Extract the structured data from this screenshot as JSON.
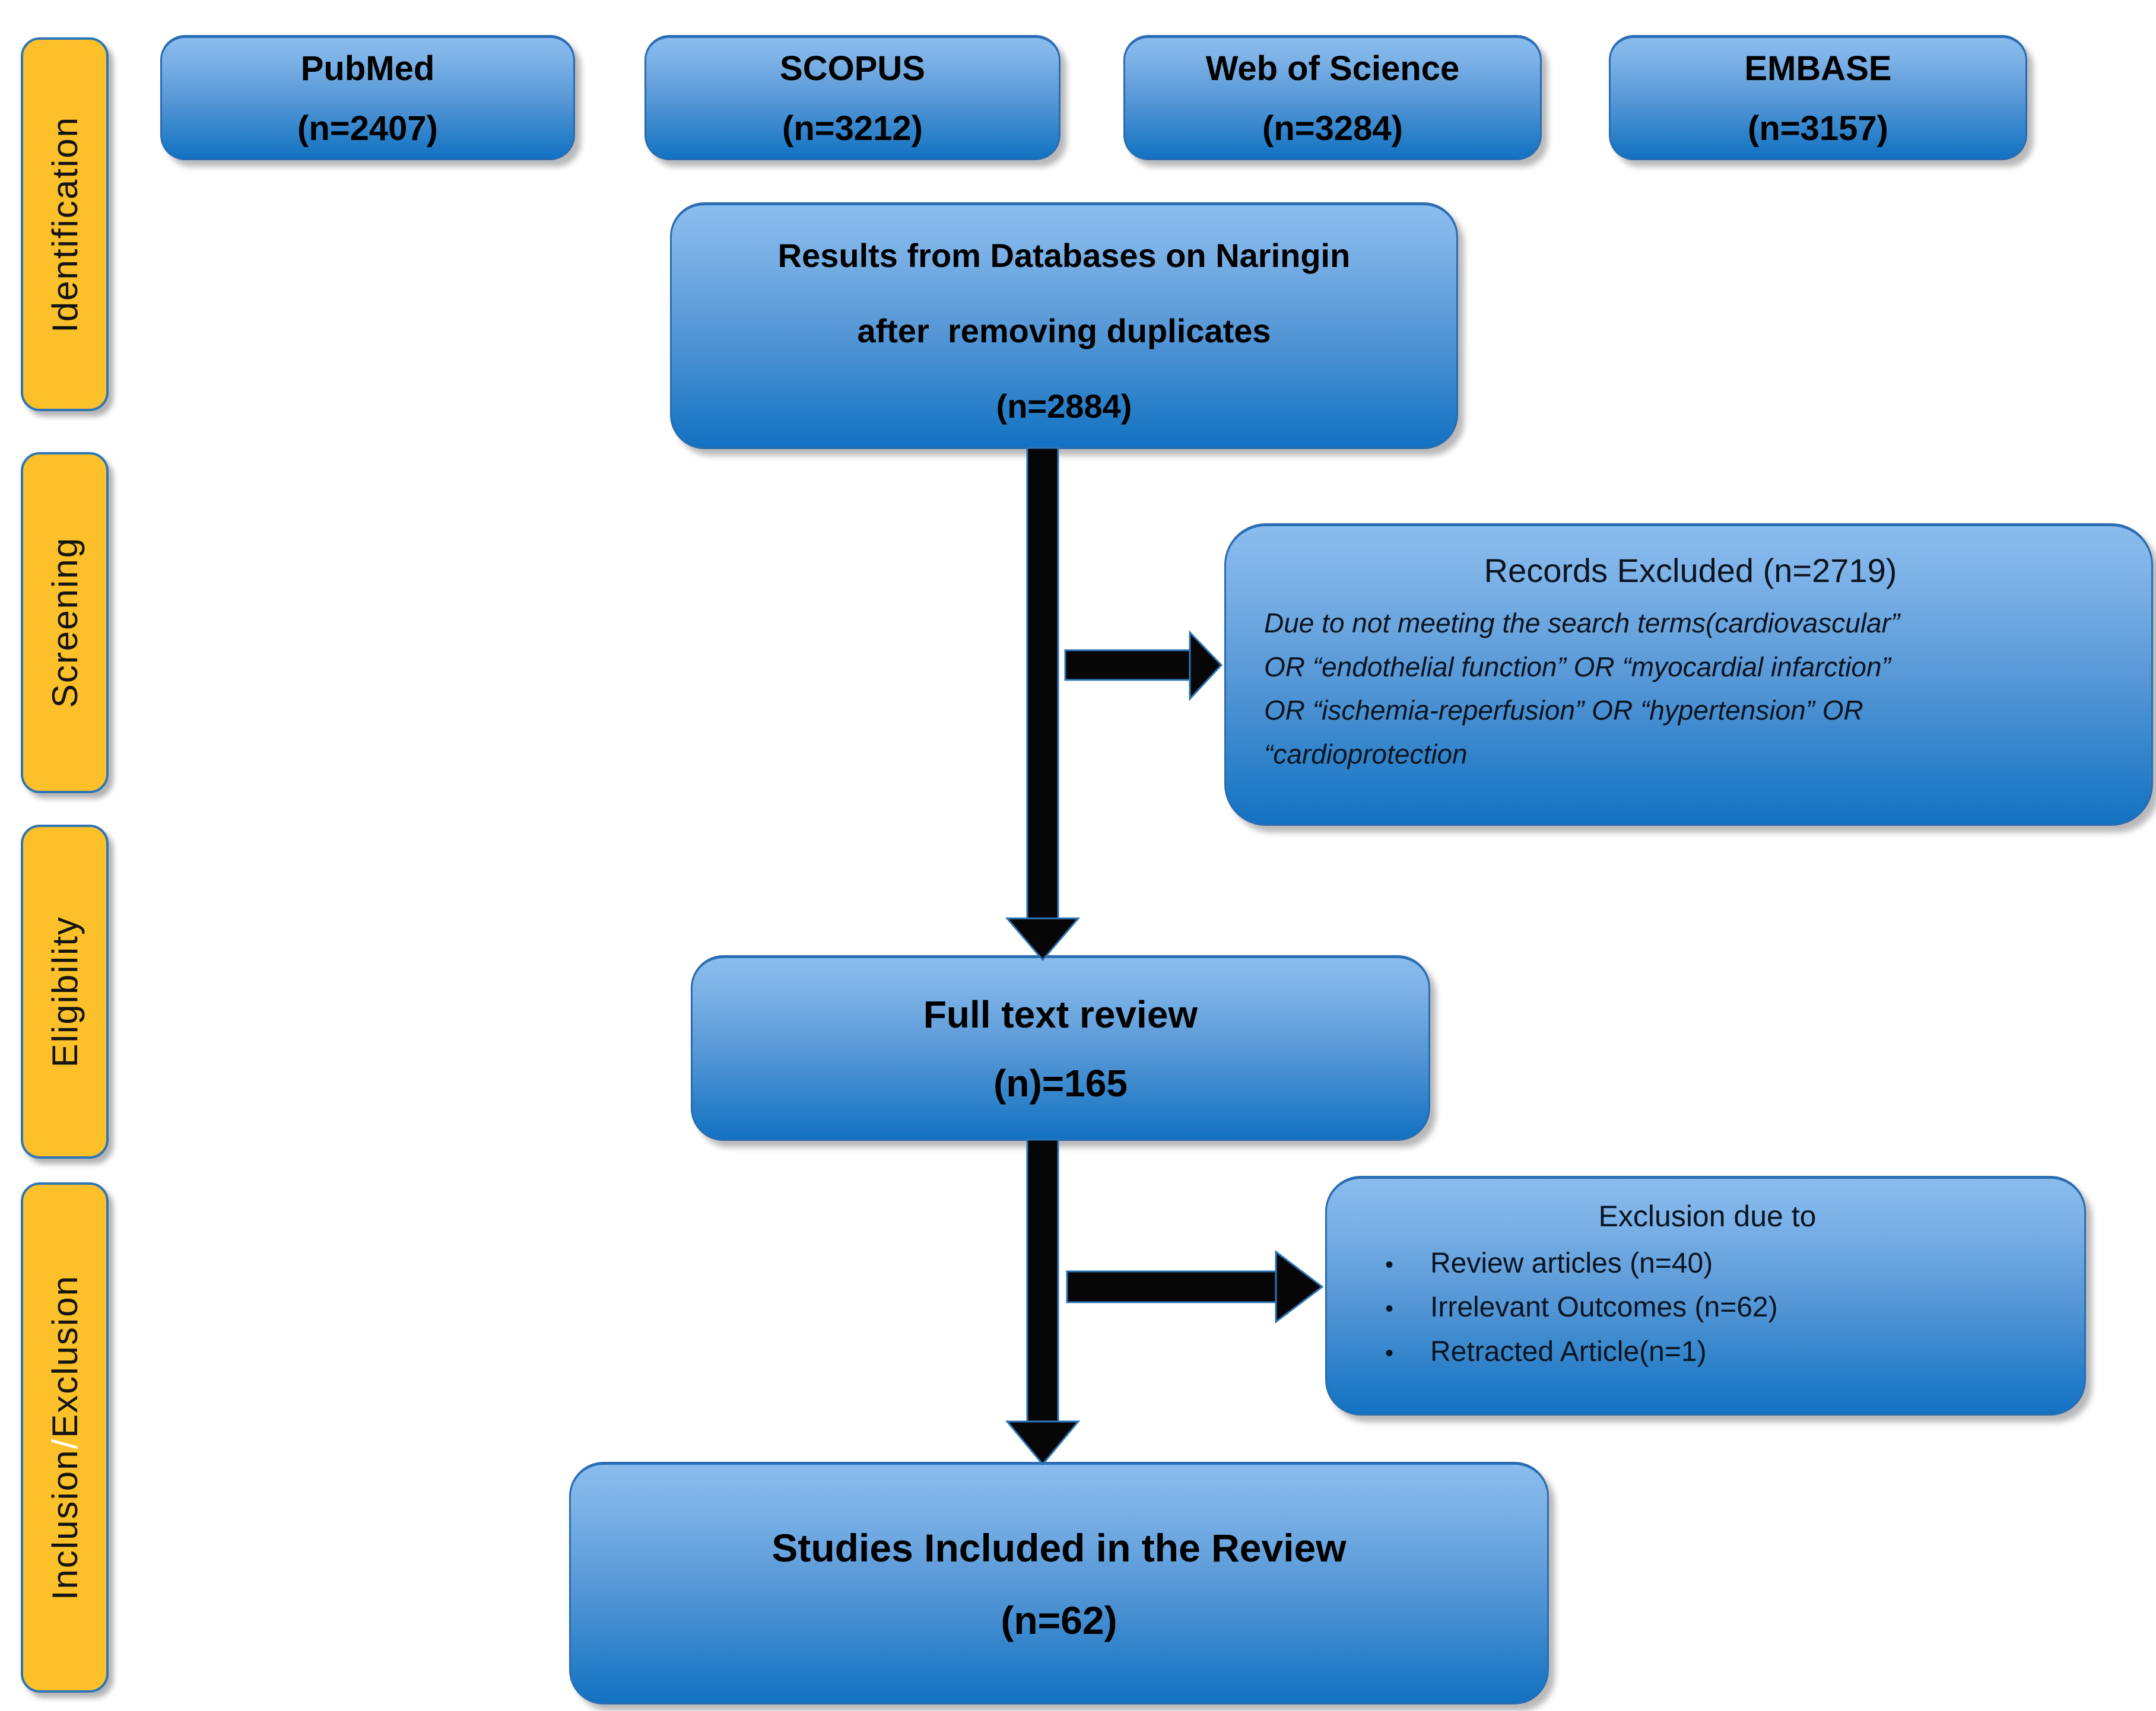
{
  "stages": [
    {
      "label": "Identification"
    },
    {
      "label": "Screening"
    },
    {
      "label": "Eligibility"
    },
    {
      "part1": "Inclusion",
      "slash": "/",
      "part2": "Exclusion"
    }
  ],
  "databases": [
    {
      "name": "PubMed",
      "count": "(n=2407)"
    },
    {
      "name": "SCOPUS",
      "count": "(n=3212)"
    },
    {
      "name": "Web of Science",
      "count": "(n=3284)"
    },
    {
      "name": "EMBASE",
      "count": "(n=3157)"
    }
  ],
  "dedup": {
    "lines": [
      "Results from Databases on Naringin",
      "after  removing duplicates",
      "(n=2884)"
    ]
  },
  "records_excluded": {
    "title": "Records Excluded (n=2719)",
    "lines": [
      "Due to not meeting the search terms(cardiovascular”",
      "OR “endothelial function” OR “myocardial infarction”",
      "OR “ischemia-reperfusion” OR “hypertension” OR",
      "“cardioprotection"
    ]
  },
  "full_text": {
    "line1": "Full text review",
    "line2": "(n)=165"
  },
  "exclusion": {
    "title": "Exclusion due to",
    "bullet_char": "•",
    "bullets": [
      "Review articles (n=40)",
      "Irrelevant Outcomes (n=62)",
      "Retracted Article(n=1)"
    ]
  },
  "included": {
    "line1": "Studies Included in the Review",
    "line2": "(n=62)"
  },
  "colors": {
    "box_top": "#8abced",
    "box_bottom": "#1272c2",
    "box_border": "#2b6cb0",
    "stage_fill": "#fcc12a",
    "stage_border": "#2e75b6",
    "arrow": "#060606",
    "arrow_stroke": "#2e75b6",
    "slash": "#ffffff"
  }
}
